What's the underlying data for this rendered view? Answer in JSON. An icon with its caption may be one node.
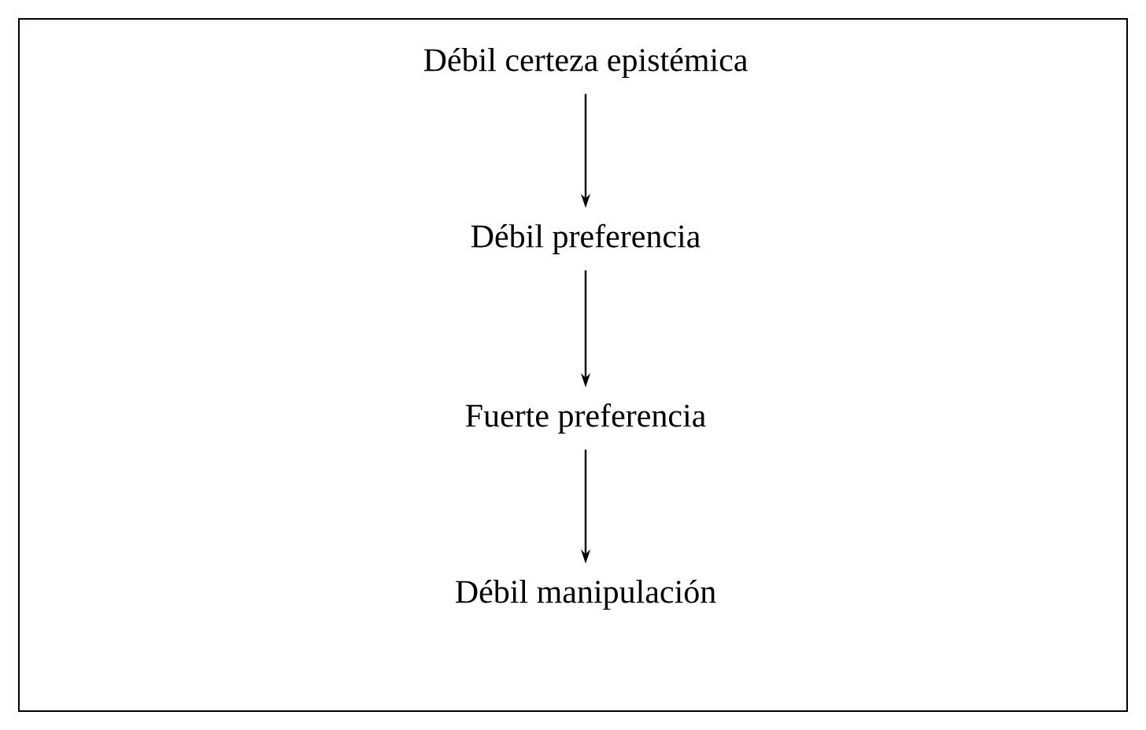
{
  "diagram": {
    "nodes": [
      {
        "text": [
          "Débil certeza epistémica"
        ]
      },
      {
        "text": [
          "Débil preferencia"
        ]
      },
      {
        "text": [
          "Fuerte preferencia"
        ]
      },
      {
        "text": [
          "Débil manipulación"
        ]
      }
    ],
    "edges": [
      {
        "from": 0,
        "to": 1,
        "arrow": "to"
      },
      {
        "from": 1,
        "to": 2,
        "arrow": "to"
      },
      {
        "from": 2,
        "to": 3,
        "arrow": "to"
      }
    ]
  }
}
